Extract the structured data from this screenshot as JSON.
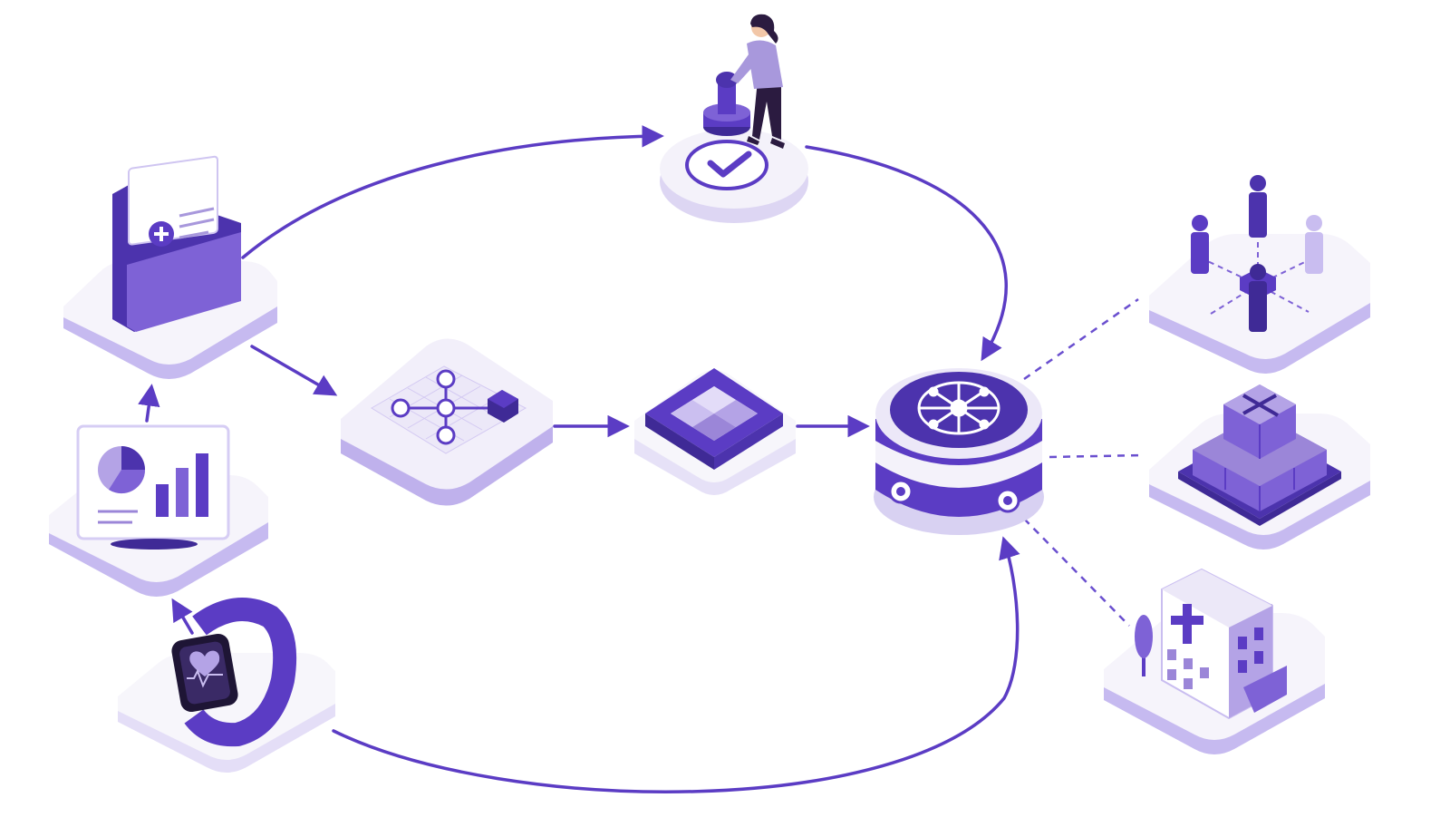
{
  "colors": {
    "primary": "#5b3cc4",
    "primary_dark": "#3f2a96",
    "primary_light": "#9b86d8",
    "lavender": "#c9bdf0",
    "platform_top": "#f7f6fb",
    "platform_edge": "#ddd6f3",
    "platform_shadow": "#b9aee6",
    "skin": "#f2c7a8",
    "hair": "#2b1b40"
  },
  "nodes": [
    {
      "id": "medical-records",
      "icon": "folder-medical-icon"
    },
    {
      "id": "analytics-dashboard",
      "icon": "dashboard-chart-icon"
    },
    {
      "id": "wearable-device",
      "icon": "smartwatch-heart-icon"
    },
    {
      "id": "data-network",
      "icon": "network-grid-icon"
    },
    {
      "id": "data-block",
      "icon": "data-block-icon"
    },
    {
      "id": "approval",
      "icon": "stamp-check-icon"
    },
    {
      "id": "ai-core",
      "icon": "brain-hub-icon"
    },
    {
      "id": "user-network",
      "icon": "people-network-icon"
    },
    {
      "id": "supply-packages",
      "icon": "package-stack-icon"
    },
    {
      "id": "hospital",
      "icon": "hospital-building-icon"
    }
  ],
  "connections": [
    {
      "from": "wearable-device",
      "to": "analytics-dashboard",
      "style": "arrow"
    },
    {
      "from": "analytics-dashboard",
      "to": "medical-records",
      "style": "arrow"
    },
    {
      "from": "medical-records",
      "to": "approval",
      "style": "curved-arrow"
    },
    {
      "from": "medical-records",
      "to": "data-network",
      "style": "arrow"
    },
    {
      "from": "data-network",
      "to": "data-block",
      "style": "arrow"
    },
    {
      "from": "data-block",
      "to": "ai-core",
      "style": "arrow"
    },
    {
      "from": "approval",
      "to": "ai-core",
      "style": "curved-arrow"
    },
    {
      "from": "wearable-device",
      "to": "ai-core",
      "style": "curved-arrow"
    },
    {
      "from": "ai-core",
      "to": "user-network",
      "style": "dashed"
    },
    {
      "from": "ai-core",
      "to": "supply-packages",
      "style": "dashed"
    },
    {
      "from": "ai-core",
      "to": "hospital",
      "style": "dashed"
    }
  ]
}
